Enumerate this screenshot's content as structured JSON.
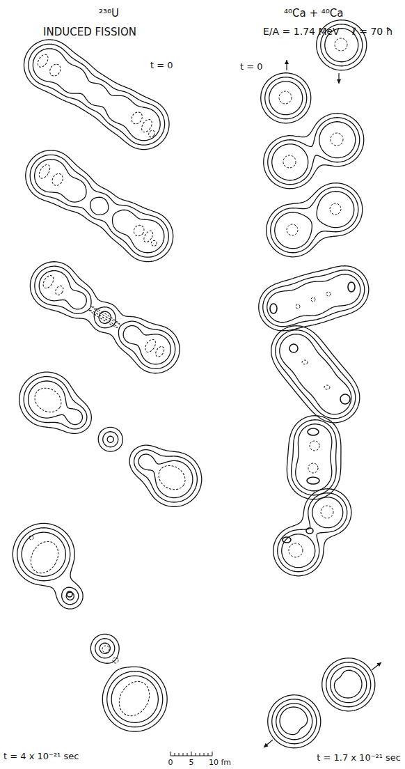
{
  "diagram": {
    "labels": [
      "²³⁶U",
      "INDUCED FISSION",
      "⁴⁰Ca + ⁴⁰Ca",
      "E/A = 1.74 MeV",
      "ℓ = 70 ħ",
      "t = 0",
      "t = 0",
      "t = 4 x 10⁻²¹ sec",
      "t = 1.7 x 10⁻²¹ sec",
      "0",
      "5",
      "10 fm"
    ]
  }
}
